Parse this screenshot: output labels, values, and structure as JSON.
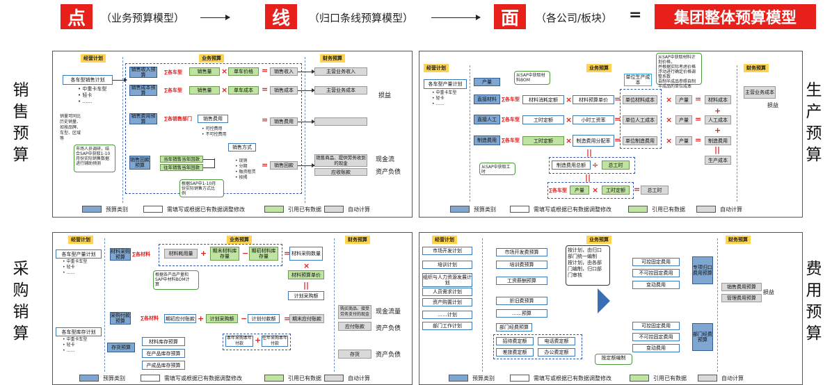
{
  "header": {
    "point": "点",
    "point_desc": "（业务预算模型）",
    "line": "线",
    "line_desc": "（归口条线预算模型）",
    "face": "面",
    "face_desc": "（各公司/板块）",
    "equals": "=",
    "result": "集团整体预算模型"
  },
  "side_labels": {
    "sales": "销售预算",
    "production": "生产预算",
    "procurement": "采购销算",
    "expense": "费用预算"
  },
  "sections": {
    "plan": "经营计划",
    "business": "业务预算",
    "finance": "财务预算"
  },
  "legend": [
    "预算类别",
    "需填写或根据已有数据调整修改",
    "引用已有数据",
    "自动计算"
  ],
  "sales": {
    "plan_box": "各车型销售计划",
    "plan_items": [
      "中重卡车型",
      "轻卡",
      "……"
    ],
    "plan_note": [
      "销量可同比",
      "历史销量、",
      "如按品牌、",
      "车型、区域",
      "等"
    ],
    "market_note": [
      "市场人员调研，结",
      "合SAP中获取1-10",
      "月份实际销售数据",
      "进行辅助预测"
    ],
    "rows": [
      {
        "cat": "销售收入预算",
        "sigma": "∑各车型",
        "a": "销售量",
        "b": "单车价格",
        "res": "销售收入",
        "fin": "主营业务收入"
      },
      {
        "cat": "销售成本预算",
        "sigma": "∑各车型",
        "a": "销售量",
        "b": "单车成本",
        "res": "销售成本",
        "fin": "主营业务成本"
      },
      {
        "cat": "销售费用预算",
        "sigma": "∑各销售部门",
        "a": "销售费用",
        "res": "销售费用",
        "fin": ""
      },
      {
        "cat": "销售回款预算",
        "a": "当年销售当年回款",
        "b": "往年销售当年回款",
        "res": "销售回款",
        "fin": "销售商品、提供劳务收到的现金",
        "fin2": "应收账款"
      }
    ],
    "fee_items": [
      "可控费用",
      "不可控费用"
    ],
    "method_box": "销售方式",
    "method_items": [
      "现销",
      "分期",
      "融资租赁",
      "按揭"
    ],
    "sap_note": [
      "根据SAP中1-10月",
      "份实际销售方式比",
      "例"
    ],
    "right_labels": [
      "损益",
      "现金流",
      "资产负债"
    ]
  },
  "production": {
    "plan_box": "各车型产量计划",
    "plan_items": [
      "中重卡车型",
      "轻卡",
      "……"
    ],
    "cat_output": "产量",
    "sap_bom": [
      "从SAP中获取材",
      "料BOM"
    ],
    "sap_note2": [
      "从SAP中获取材料计",
      "划价格，",
      "并根据实际考虑价格",
      "浮动进行确定价格调",
      "整系数",
      "自制半成品参照自制",
      "半成品的单位成本"
    ],
    "unit_cost": "单位生产成本",
    "rows": [
      {
        "cat": "直接材料",
        "a": "材料消耗定额",
        "b": "材料预算单价",
        "c": "单位材料成本",
        "d": "产量",
        "e": "材料成本"
      },
      {
        "cat": "直接人工",
        "a": "工时定额",
        "b": "小时工资率",
        "c": "单位人工成本",
        "d": "产量",
        "e": "人工成本"
      },
      {
        "cat": "制造费用",
        "a": "工时定额",
        "b": "制造费用分配率",
        "c": "单位制造费用",
        "d": "产量",
        "e": "制造费用"
      }
    ],
    "sigma": "∑各车型",
    "sap_hours": [
      "从SAP中获取工",
      "时"
    ],
    "total_fee": "制造费用总额",
    "total_hours": "总工时",
    "output2": "产量",
    "hour_quota": "工时定额",
    "total_hours2": "总工时",
    "prod_cost": "生产成本",
    "fin": "主营业务成本",
    "right_label": "损益"
  },
  "procurement": {
    "plan_box": "各车型产量计划",
    "plan_items": [
      "中重卡车型",
      "轻卡",
      "……"
    ],
    "stock_plan": "各车型库存计划",
    "stock_items": [
      "中重卡车型",
      "轻卡",
      "……"
    ],
    "cat1": "材料采购预算",
    "sigma1": "∑各材料",
    "mat_use": "材料耗用量",
    "end_stock": "期末材料库存量",
    "begin_stock": "期初材料库存量",
    "purchase_qty": "材料采购数量",
    "budget_price": "材料预算单价",
    "plan_purchase": "计划采购额",
    "bom_note": [
      "根据各产品产量和",
      "SAP中材料BOM计",
      "算"
    ],
    "cat2": "采购付款预算",
    "sigma2": "∑各材料",
    "payable_begin": "期初应付账款",
    "plan_amount": "计划采购额",
    "plan_payment": "计划付款额",
    "payable_end": "期末应付账款",
    "this_year": "本年采购本年付款",
    "last_year": "往年采购本年付款",
    "fin1": "购买商品、接受劳务支付的现金",
    "fin2": "应付账款",
    "cat3": "存货预算",
    "stock_items2": [
      "材料库存预算",
      "在产品库存预算",
      "产成品库存预算"
    ],
    "fin3": "存货",
    "right_labels": [
      "现金流量",
      "资产负债",
      "资产负债"
    ]
  },
  "expense": {
    "plans": [
      "市场开发计划",
      "培训计划",
      "组织与人力资源发展计划",
      "人员需求计划",
      "资产购置计划",
      "……计划",
      "部门工作计划"
    ],
    "budgets": [
      "市场开发费预算",
      "培训费预算",
      "工资薪酬预算",
      "折旧费预算",
      "……预算",
      "部门经费预算"
    ],
    "note": [
      "按计划，由归口",
      "部门统一编制",
      "按计划，由各部",
      "门编制，归口部",
      "门审核"
    ],
    "group1": [
      "可控固定费用",
      "不可控固定费用",
      "变动费用"
    ],
    "center1": "专项归口费用预算",
    "group2": [
      "可控固定费用",
      "不可控固定费用",
      "变动费用"
    ],
    "center2": "部门经费预算",
    "fin": [
      "销售费用预算",
      "管理费用预算"
    ],
    "fee_boxes": [
      "招待费定额",
      "电话费定额",
      "差旅费定额",
      "办公费定额"
    ],
    "quota_note": "按定额编制",
    "right_label": "损益"
  },
  "colors": {
    "red": "#e8201c",
    "blue": "#7fa6d0",
    "green": "#bfe3a0",
    "gray": "#d9d9d9",
    "yellow": "#ffd34d"
  }
}
